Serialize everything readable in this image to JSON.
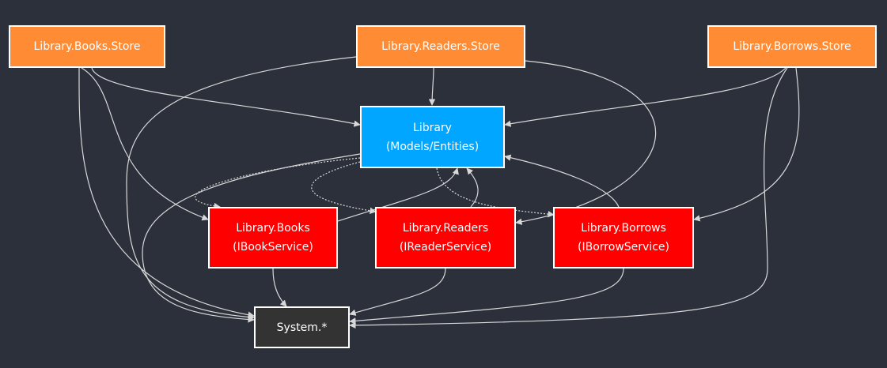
{
  "diagram": {
    "type": "dependency-graph",
    "colors": {
      "background": "#2b303b",
      "store": "#ff8c35",
      "core": "#00a6ff",
      "service": "#ff0000",
      "system": "#333333",
      "edge": "#d8d8d8",
      "border": "#ffffff"
    },
    "nodes": {
      "books_store": {
        "lines": [
          "Library.Books.Store"
        ]
      },
      "readers_store": {
        "lines": [
          "Library.Readers.Store"
        ]
      },
      "borrows_store": {
        "lines": [
          "Library.Borrows.Store"
        ]
      },
      "library": {
        "lines": [
          "Library",
          "(Models/Entities)"
        ]
      },
      "books": {
        "lines": [
          "Library.Books",
          "(IBookService)"
        ]
      },
      "readers": {
        "lines": [
          "Library.Readers",
          "(IReaderService)"
        ]
      },
      "borrows": {
        "lines": [
          "Library.Borrows",
          "(IBorrowService)"
        ]
      },
      "system": {
        "lines": [
          "System.*"
        ]
      }
    },
    "edges": [
      {
        "from": "books_store",
        "to": "library",
        "style": "solid"
      },
      {
        "from": "books_store",
        "to": "books",
        "style": "solid"
      },
      {
        "from": "books_store",
        "to": "system",
        "style": "solid"
      },
      {
        "from": "readers_store",
        "to": "library",
        "style": "solid"
      },
      {
        "from": "readers_store",
        "to": "readers",
        "style": "solid"
      },
      {
        "from": "readers_store",
        "to": "system",
        "style": "solid"
      },
      {
        "from": "borrows_store",
        "to": "library",
        "style": "solid"
      },
      {
        "from": "borrows_store",
        "to": "borrows",
        "style": "solid"
      },
      {
        "from": "borrows_store",
        "to": "system",
        "style": "solid"
      },
      {
        "from": "library",
        "to": "books",
        "style": "dotted"
      },
      {
        "from": "library",
        "to": "readers",
        "style": "dotted"
      },
      {
        "from": "library",
        "to": "borrows",
        "style": "dotted"
      },
      {
        "from": "library",
        "to": "system",
        "style": "solid"
      },
      {
        "from": "books",
        "to": "library",
        "style": "solid"
      },
      {
        "from": "readers",
        "to": "library",
        "style": "solid"
      },
      {
        "from": "borrows",
        "to": "library",
        "style": "solid"
      },
      {
        "from": "books",
        "to": "system",
        "style": "solid"
      },
      {
        "from": "readers",
        "to": "system",
        "style": "solid"
      },
      {
        "from": "borrows",
        "to": "system",
        "style": "solid"
      }
    ]
  }
}
